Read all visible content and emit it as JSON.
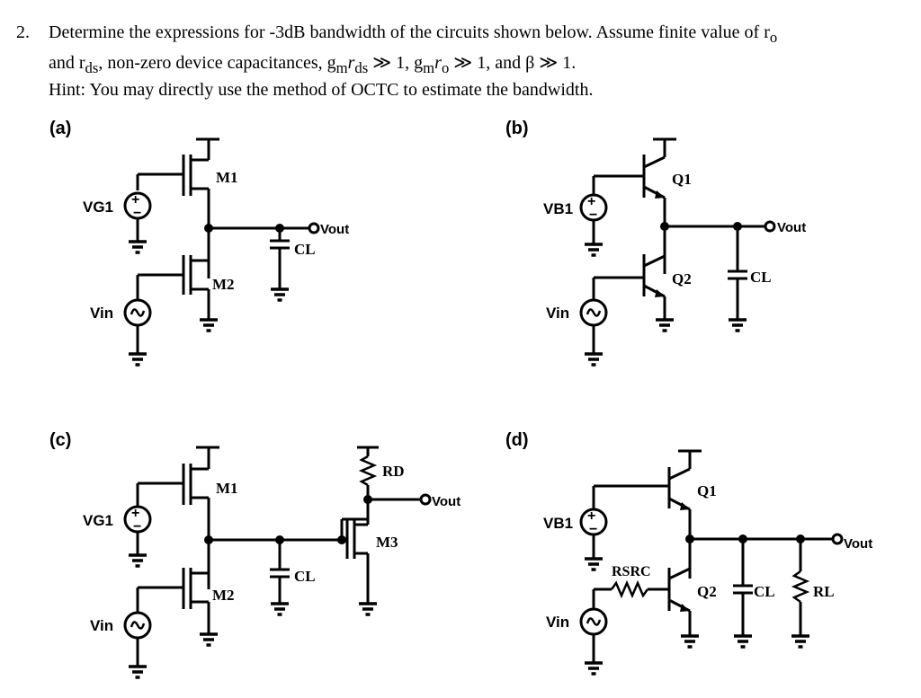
{
  "question": {
    "number": "2.",
    "line1": "Determine the expressions for -3dB bandwidth of the circuits shown below. Assume finite value of r",
    "line1_sub": "o",
    "line2_a": "and r",
    "line2_a_sub": "ds",
    "line2_b": ", non-zero device capacitances, g",
    "line2_b_sub": "m",
    "line2_c": "r",
    "line2_c_sub": "ds",
    "line2_d": " ≫ 1, g",
    "line2_d_sub": "m",
    "line2_e": "r",
    "line2_e_sub": "o",
    "line2_f": " ≫ 1, and β ≫ 1."
  },
  "hint": "Hint: You may directly use the method of OCTC to estimate the bandwidth.",
  "panels": {
    "a": {
      "label": "(a)",
      "vg": "VG1",
      "m1": "M1",
      "m2": "M2",
      "cl": "CL",
      "vout": "Vout",
      "vin": "Vin"
    },
    "b": {
      "label": "(b)",
      "vb": "VB1",
      "q1": "Q1",
      "q2": "Q2",
      "cl": "CL",
      "vout": "Vout",
      "vin": "Vin"
    },
    "c": {
      "label": "(c)",
      "vg": "VG1",
      "m1": "M1",
      "m2": "M2",
      "m3": "M3",
      "rd": "RD",
      "cl": "CL",
      "vout": "Vout",
      "vin": "Vin"
    },
    "d": {
      "label": "(d)",
      "vb": "VB1",
      "q1": "Q1",
      "q2": "Q2",
      "rsrc": "RSRC",
      "cl": "CL",
      "rl": "RL",
      "vout": "Vout",
      "vin": "Vin"
    }
  }
}
